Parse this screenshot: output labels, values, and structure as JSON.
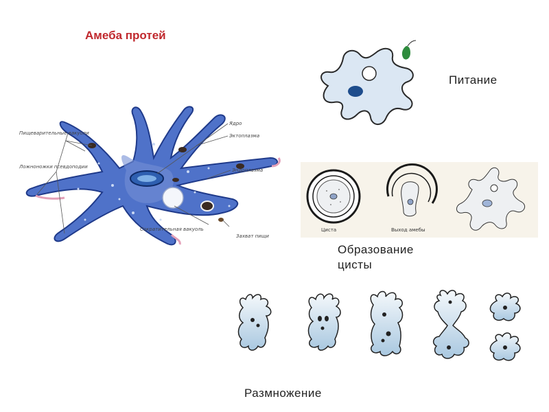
{
  "title": "Амеба протей",
  "diagram_labels": {
    "digestive_vacuoles": "Пищеварительные вакуоли",
    "pseudopods": "Ложноножки псевдоподии",
    "nucleus": "Ядро",
    "ectoplasm": "Эктоплазма",
    "endoplasm": "Эндоплазма",
    "contractile_vacuole": "Сократительная вакуоль",
    "food_capture": "Захват пищи"
  },
  "cyst_labels": {
    "cyst": "Циста",
    "exit": "Выход амебы"
  },
  "captions": {
    "feeding": "Питание",
    "cyst_formation": "Образование цисты",
    "reproduction": "Размножение"
  },
  "colors": {
    "title": "#c0282d",
    "amoeba_blue": "#3f63c0",
    "amoeba_light": "#dbe7f3",
    "nucleus": "#1e4d8c",
    "prey": "#2e8b3d"
  }
}
